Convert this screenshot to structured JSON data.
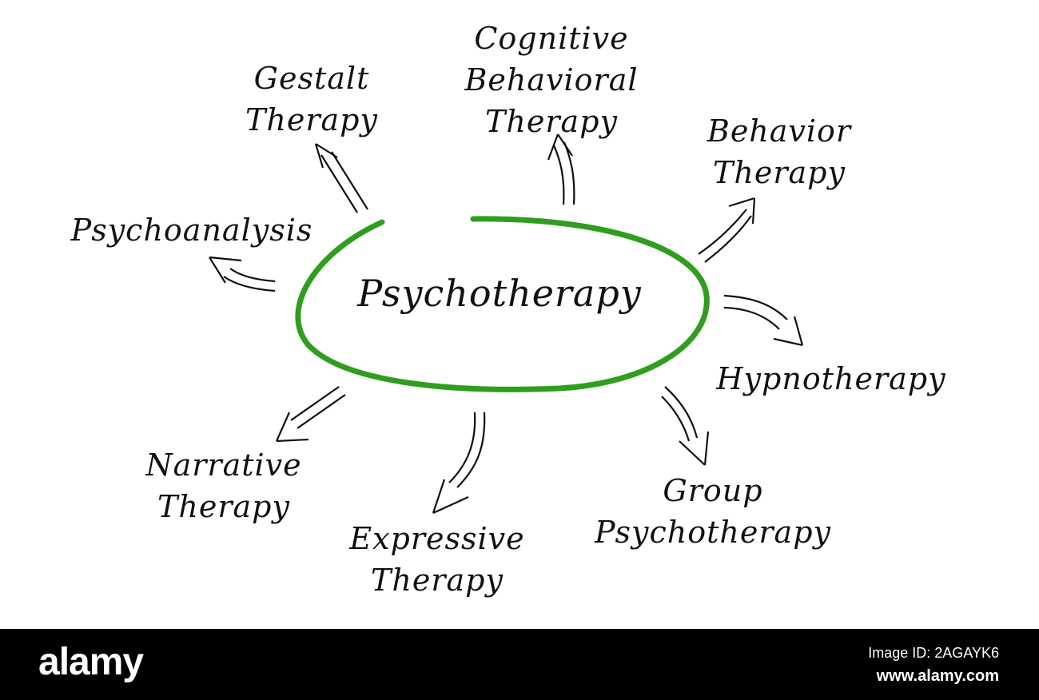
{
  "center": {
    "label": "Psychotherapy",
    "ring_color": "#2f9e1e"
  },
  "nodes": [
    {
      "id": "psychoanalysis",
      "lines": [
        "Psychoanalysis"
      ]
    },
    {
      "id": "gestalt",
      "lines": [
        "Gestalt",
        "Therapy"
      ]
    },
    {
      "id": "cbt",
      "lines": [
        "Cognitive",
        "Behavioral",
        "Therapy"
      ]
    },
    {
      "id": "behavior",
      "lines": [
        "Behavior",
        "Therapy"
      ]
    },
    {
      "id": "hypnotherapy",
      "lines": [
        "Hypnotherapy"
      ]
    },
    {
      "id": "group",
      "lines": [
        "Group",
        "Psychotherapy"
      ]
    },
    {
      "id": "expressive",
      "lines": [
        "Expressive",
        "Therapy"
      ]
    },
    {
      "id": "narrative",
      "lines": [
        "Narrative",
        "Therapy"
      ]
    }
  ],
  "footer": {
    "brand": "alamy",
    "image_id": "Image ID: 2AGAYK6",
    "url": "www.alamy.com"
  }
}
